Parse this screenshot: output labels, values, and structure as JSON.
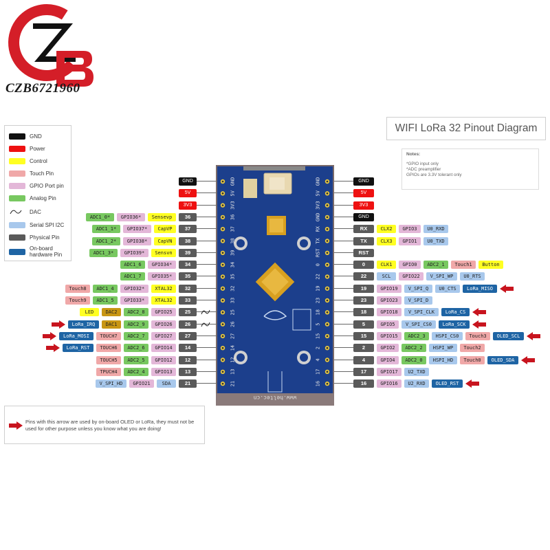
{
  "logo": {
    "text": "CZB6721960"
  },
  "title": "WIFI LoRa 32 Pinout Diagram",
  "notes": {
    "heading": "Notes:",
    "lines": [
      "*GPIO input only",
      "*ADC preamplifier",
      "GPIOs are  3.3V tolerant only"
    ]
  },
  "legend": [
    {
      "label": "GND",
      "color": "#111111"
    },
    {
      "label": "Power",
      "color": "#ee1111"
    },
    {
      "label": "Control",
      "color": "#ffff22"
    },
    {
      "label": "Touch Pin",
      "color": "#f0a8a8"
    },
    {
      "label": "GPIO Port pin",
      "color": "#e3b7d8"
    },
    {
      "label": "Analog Pin",
      "color": "#78c860"
    },
    {
      "label": "DAC",
      "color": "",
      "icon": "dac-wave-icon"
    },
    {
      "label": "Serial SPI I2C",
      "color": "#a8c8ec"
    },
    {
      "label": "Physical Pin",
      "color": "#5a5a5a"
    },
    {
      "label": "On-board hardware Pin",
      "color": "#1e64a4"
    }
  ],
  "left_pins": [
    {
      "labels": [
        {
          "t": "GND",
          "c": "gnd"
        }
      ]
    },
    {
      "labels": [
        {
          "t": "5V",
          "c": "pwr"
        }
      ]
    },
    {
      "labels": [
        {
          "t": "3V3",
          "c": "pwr"
        }
      ]
    },
    {
      "labels": [
        {
          "t": "ADC1_0*",
          "c": "analog"
        },
        {
          "t": "GPIO36*",
          "c": "gpio"
        },
        {
          "t": "Sensevp",
          "c": "ctl"
        },
        {
          "t": "36",
          "c": "phys"
        }
      ]
    },
    {
      "labels": [
        {
          "t": "ADC1_1*",
          "c": "analog"
        },
        {
          "t": "GPIO37*",
          "c": "gpio"
        },
        {
          "t": "CapVP",
          "c": "ctl"
        },
        {
          "t": "37",
          "c": "phys"
        }
      ]
    },
    {
      "labels": [
        {
          "t": "ADC1_2*",
          "c": "analog"
        },
        {
          "t": "GPIO38*",
          "c": "gpio"
        },
        {
          "t": "CapVN",
          "c": "ctl"
        },
        {
          "t": "38",
          "c": "phys"
        }
      ]
    },
    {
      "labels": [
        {
          "t": "ADC1_3*",
          "c": "analog"
        },
        {
          "t": "GPIO39*",
          "c": "gpio"
        },
        {
          "t": "Sensvn",
          "c": "ctl"
        },
        {
          "t": "39",
          "c": "phys"
        }
      ]
    },
    {
      "labels": [
        {
          "t": "ADC1_6",
          "c": "analog"
        },
        {
          "t": "GPIO34*",
          "c": "gpio"
        },
        {
          "t": "34",
          "c": "phys"
        }
      ]
    },
    {
      "labels": [
        {
          "t": "ADC1_7",
          "c": "analog"
        },
        {
          "t": "GPIO35*",
          "c": "gpio"
        },
        {
          "t": "35",
          "c": "phys"
        }
      ]
    },
    {
      "labels": [
        {
          "t": "Touch8",
          "c": "touch"
        },
        {
          "t": "ADC1_4",
          "c": "analog"
        },
        {
          "t": "GPIO32*",
          "c": "gpio"
        },
        {
          "t": "XTAL32",
          "c": "ctl"
        },
        {
          "t": "32",
          "c": "phys"
        }
      ]
    },
    {
      "labels": [
        {
          "t": "Touch9",
          "c": "touch"
        },
        {
          "t": "ADC1_5",
          "c": "analog"
        },
        {
          "t": "GPIO33*",
          "c": "gpio"
        },
        {
          "t": "XTAL32",
          "c": "ctl"
        },
        {
          "t": "33",
          "c": "phys"
        }
      ]
    },
    {
      "labels": [
        {
          "t": "LED",
          "c": "led"
        },
        {
          "t": "DAC2",
          "c": "dac"
        },
        {
          "t": "ADC2_8",
          "c": "analog"
        },
        {
          "t": "GPIO25",
          "c": "gpio"
        },
        {
          "t": "25",
          "c": "phys"
        }
      ],
      "dac": true
    },
    {
      "labels": [
        {
          "t": "LoRa_IRQ",
          "c": "hw"
        },
        {
          "t": "DAC1",
          "c": "dac"
        },
        {
          "t": "ADC2_9",
          "c": "analog"
        },
        {
          "t": "GPIO26",
          "c": "gpio"
        },
        {
          "t": "26",
          "c": "phys"
        }
      ],
      "dac": true,
      "arrow": true
    },
    {
      "labels": [
        {
          "t": "LoRa_MOSI",
          "c": "hw"
        },
        {
          "t": "TOUCH7",
          "c": "touch"
        },
        {
          "t": "ADC2_7",
          "c": "analog"
        },
        {
          "t": "GPIO27",
          "c": "gpio"
        },
        {
          "t": "27",
          "c": "phys"
        }
      ],
      "arrow": true
    },
    {
      "labels": [
        {
          "t": "LoRa_RST",
          "c": "hw"
        },
        {
          "t": "TOUCH6",
          "c": "touch"
        },
        {
          "t": "ADC2_6",
          "c": "analog"
        },
        {
          "t": "GPIO14",
          "c": "gpio"
        },
        {
          "t": "14",
          "c": "phys"
        }
      ],
      "arrow": true
    },
    {
      "labels": [
        {
          "t": "TOUCH5",
          "c": "touch"
        },
        {
          "t": "ADC2_5",
          "c": "analog"
        },
        {
          "t": "GPIO12",
          "c": "gpio"
        },
        {
          "t": "12",
          "c": "phys"
        }
      ]
    },
    {
      "labels": [
        {
          "t": "TPUCH4",
          "c": "touch"
        },
        {
          "t": "ADC2_4",
          "c": "analog"
        },
        {
          "t": "GPIO13",
          "c": "gpio"
        },
        {
          "t": "13",
          "c": "phys"
        }
      ]
    },
    {
      "labels": [
        {
          "t": "V_SPI_HD",
          "c": "spi"
        },
        {
          "t": "GPIO21",
          "c": "gpio"
        },
        {
          "t": "SDA",
          "c": "spi"
        },
        {
          "t": "21",
          "c": "phys"
        }
      ]
    }
  ],
  "right_pins": [
    {
      "labels": [
        {
          "t": "GND",
          "c": "gnd"
        }
      ]
    },
    {
      "labels": [
        {
          "t": "5V",
          "c": "pwr"
        }
      ]
    },
    {
      "labels": [
        {
          "t": "3V3",
          "c": "pwr"
        }
      ]
    },
    {
      "labels": [
        {
          "t": "GND",
          "c": "gnd"
        }
      ]
    },
    {
      "labels": [
        {
          "t": "RX",
          "c": "phys"
        },
        {
          "t": "CLX2",
          "c": "yel"
        },
        {
          "t": "GPIO3",
          "c": "gpio"
        },
        {
          "t": "U0_RXD",
          "c": "spi"
        }
      ]
    },
    {
      "labels": [
        {
          "t": "TX",
          "c": "phys"
        },
        {
          "t": "CLX3",
          "c": "yel"
        },
        {
          "t": "GPIO1",
          "c": "gpio"
        },
        {
          "t": "U0_TXD",
          "c": "spi"
        }
      ]
    },
    {
      "labels": [
        {
          "t": "RST",
          "c": "phys"
        }
      ]
    },
    {
      "labels": [
        {
          "t": "0",
          "c": "phys"
        },
        {
          "t": "CLK1",
          "c": "yel"
        },
        {
          "t": "GPIO0",
          "c": "gpio"
        },
        {
          "t": "ADC2_1",
          "c": "analog"
        },
        {
          "t": "Touch1",
          "c": "touch"
        },
        {
          "t": "Button",
          "c": "yel"
        }
      ]
    },
    {
      "labels": [
        {
          "t": "22",
          "c": "phys"
        },
        {
          "t": "SCL",
          "c": "spi"
        },
        {
          "t": "GPIO22",
          "c": "gpio"
        },
        {
          "t": "V_SPI_WP",
          "c": "spi"
        },
        {
          "t": "U0_RTS",
          "c": "spi"
        }
      ]
    },
    {
      "labels": [
        {
          "t": "19",
          "c": "phys"
        },
        {
          "t": "GPIO19",
          "c": "gpio"
        },
        {
          "t": "V_SPI_Q",
          "c": "spi"
        },
        {
          "t": "U0_CTS",
          "c": "spi"
        },
        {
          "t": "LoRa_MISO",
          "c": "hw"
        }
      ],
      "arrow": true
    },
    {
      "labels": [
        {
          "t": "23",
          "c": "phys"
        },
        {
          "t": "GPIO23",
          "c": "gpio"
        },
        {
          "t": "V_SPI_D",
          "c": "spi"
        }
      ]
    },
    {
      "labels": [
        {
          "t": "18",
          "c": "phys"
        },
        {
          "t": "GPIO18",
          "c": "gpio"
        },
        {
          "t": "V_SPI_CLK",
          "c": "spi"
        },
        {
          "t": "LoRa_CS",
          "c": "hw"
        }
      ],
      "arrow": true
    },
    {
      "labels": [
        {
          "t": "5",
          "c": "phys"
        },
        {
          "t": "GPIO5",
          "c": "gpio"
        },
        {
          "t": "V_SPI_CS0",
          "c": "spi"
        },
        {
          "t": "LoRa_SCK",
          "c": "hw"
        }
      ],
      "arrow": true
    },
    {
      "labels": [
        {
          "t": "15",
          "c": "phys"
        },
        {
          "t": "GPIO15",
          "c": "gpio"
        },
        {
          "t": "ADC2_3",
          "c": "analog"
        },
        {
          "t": "HSPI_CS0",
          "c": "spi"
        },
        {
          "t": "Touch3",
          "c": "touch"
        },
        {
          "t": "OLED_SCL",
          "c": "hw"
        }
      ],
      "arrow": true
    },
    {
      "labels": [
        {
          "t": "2",
          "c": "phys"
        },
        {
          "t": "GPIO2",
          "c": "gpio"
        },
        {
          "t": "ADC2_2",
          "c": "analog"
        },
        {
          "t": "HSPI_WP",
          "c": "spi"
        },
        {
          "t": "Touch2",
          "c": "touch"
        }
      ]
    },
    {
      "labels": [
        {
          "t": "4",
          "c": "phys"
        },
        {
          "t": "GPIO4",
          "c": "gpio"
        },
        {
          "t": "ADC2_0",
          "c": "analog"
        },
        {
          "t": "HSPI_HD",
          "c": "spi"
        },
        {
          "t": "Touch0",
          "c": "touch"
        },
        {
          "t": "OLED_SDA",
          "c": "hw"
        }
      ],
      "arrow": true
    },
    {
      "labels": [
        {
          "t": "17",
          "c": "phys"
        },
        {
          "t": "GPIO17",
          "c": "gpio"
        },
        {
          "t": "U2_TXD",
          "c": "spi"
        }
      ]
    },
    {
      "labels": [
        {
          "t": "16",
          "c": "phys"
        },
        {
          "t": "GPIO16",
          "c": "gpio"
        },
        {
          "t": "U2_RXD",
          "c": "spi"
        },
        {
          "t": "OLED_RST",
          "c": "hw"
        }
      ],
      "arrow": true
    }
  ],
  "board": {
    "left_header": [
      "GND",
      "5V",
      "3V3",
      "36",
      "37",
      "38",
      "39",
      "34",
      "35",
      "32",
      "33",
      "25",
      "26",
      "27",
      "14",
      "12",
      "13",
      "21"
    ],
    "right_header": [
      "GND",
      "5V",
      "3V3",
      "GND",
      "RX",
      "TX",
      "RST",
      "0",
      "22",
      "19",
      "23",
      "18",
      "5",
      "15",
      "2",
      "4",
      "17",
      "16"
    ],
    "brand": "www.heltec.cn"
  },
  "bottom_note": "Pins with this arrow are used by on-board OLED or LoRa, they must not be used for other purpose unless you know what you are doing!"
}
